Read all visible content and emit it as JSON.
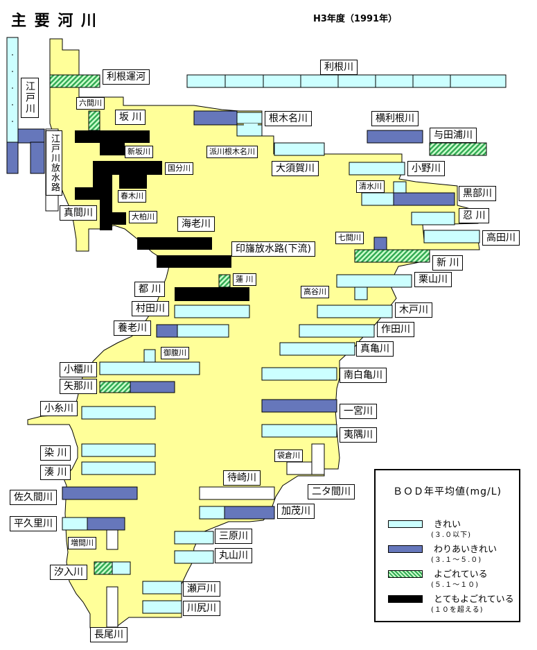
{
  "title": "主 要 河 川",
  "subtitle": "H3年度（1991年）",
  "colors": {
    "land": "#ffff99",
    "kirei": "#ccffff",
    "wariai": "#6677bb",
    "yogore": "#33aa55",
    "totemo": "#000000",
    "white": "#ffffff"
  },
  "legend": {
    "title": "ＢＯＤ年平均値(mg/L)",
    "items": [
      {
        "label": "きれい",
        "range": "(３.０以下)"
      },
      {
        "label": "わりあいきれい",
        "range": "(３.１～５.０)"
      },
      {
        "label": "よごれている",
        "range": "(５.１～１０)"
      },
      {
        "label": "とてもよごれている",
        "range": "(１０を超える)"
      }
    ]
  },
  "rivers": {
    "edogawa": "江戸川",
    "edogawa_houshuiro": "江戸川放水路",
    "tone_unga": "利根運河",
    "tonegawa": "利根川",
    "rokkengawa": "六間川",
    "sakagawa": "坂 川",
    "nekinagawa": "根木名川",
    "yokotonegawa": "横利根川",
    "yodaura": "与田浦川",
    "shinsakagawa": "新坂川",
    "hakawa_nekina": "派川根木名川",
    "oosuka": "大須賀川",
    "kokubun": "国分川",
    "ono": "小野川",
    "haruki": "春木川",
    "shimizu": "清水川",
    "kurobe": "黒部川",
    "mama": "真間川",
    "ookashiwa": "大柏川",
    "ebi": "海老川",
    "oshi": "忍 川",
    "takada": "高田川",
    "nanama": "七間川",
    "inba": "印旛放水路(下流)",
    "shin": "新 川",
    "kuriyama": "栗山川",
    "hasu": "蓮 川",
    "miyako": "都 川",
    "takaya": "高谷川",
    "kido": "木戸川",
    "murata": "村田川",
    "sakuta": "作田川",
    "yourou": "養老川",
    "mamekame": "真亀川",
    "onbara": "御腹川",
    "koitsu": "小櫃川",
    "nanshirakame": "南白亀川",
    "yana": "矢那川",
    "ichinomiya": "一宮川",
    "koito": "小糸川",
    "isumi": "夷隅川",
    "some": "染 川",
    "minato": "湊 川",
    "fukuro": "袋倉川",
    "machizaki": "待崎川",
    "futamama": "二タ間川",
    "sakuma": "佐久間川",
    "kamo": "加茂川",
    "hirakuri": "平久里川",
    "masuma": "増間川",
    "mihara": "三原川",
    "maruyama": "丸山川",
    "shioiri": "汐入川",
    "seto": "瀬戸川",
    "kawajiri": "川尻川",
    "nagao": "長尾川"
  }
}
